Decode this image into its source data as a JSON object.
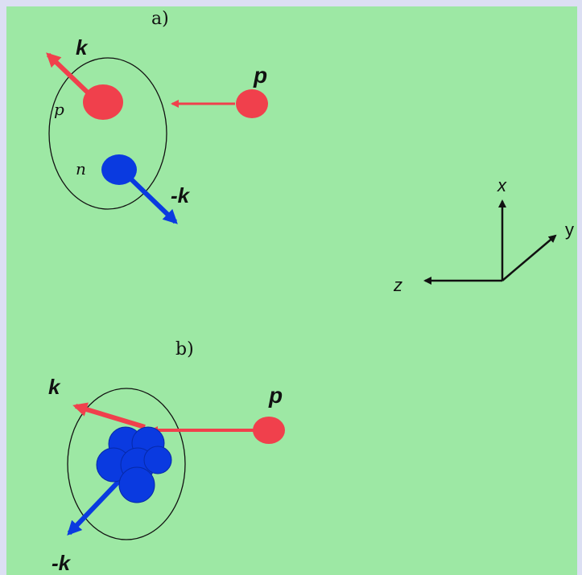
{
  "colors": {
    "page_border": "#dcdff3",
    "canvas_bg": "#9de8a4",
    "proton_red": "#f0404c",
    "neutron_blue": "#0a3ae0",
    "ink": "#111111"
  },
  "panel_a": {
    "label": "a)",
    "incoming_label": "p",
    "proton_in_nucleus_label": "p",
    "neutron_in_nucleus_label": "n",
    "momentum_k_label": "k",
    "momentum_minus_k_label": "-k"
  },
  "panel_b": {
    "label": "b)",
    "incoming_label": "p",
    "momentum_k_label": "k",
    "momentum_minus_k_label": "-k"
  },
  "axes": {
    "x_label": "x",
    "y_label": "y",
    "z_label": "z"
  },
  "icons": {
    "proton": "red-circle",
    "neutron": "blue-circle",
    "nucleus": "ellipse-outline",
    "momentum": "arrow"
  }
}
